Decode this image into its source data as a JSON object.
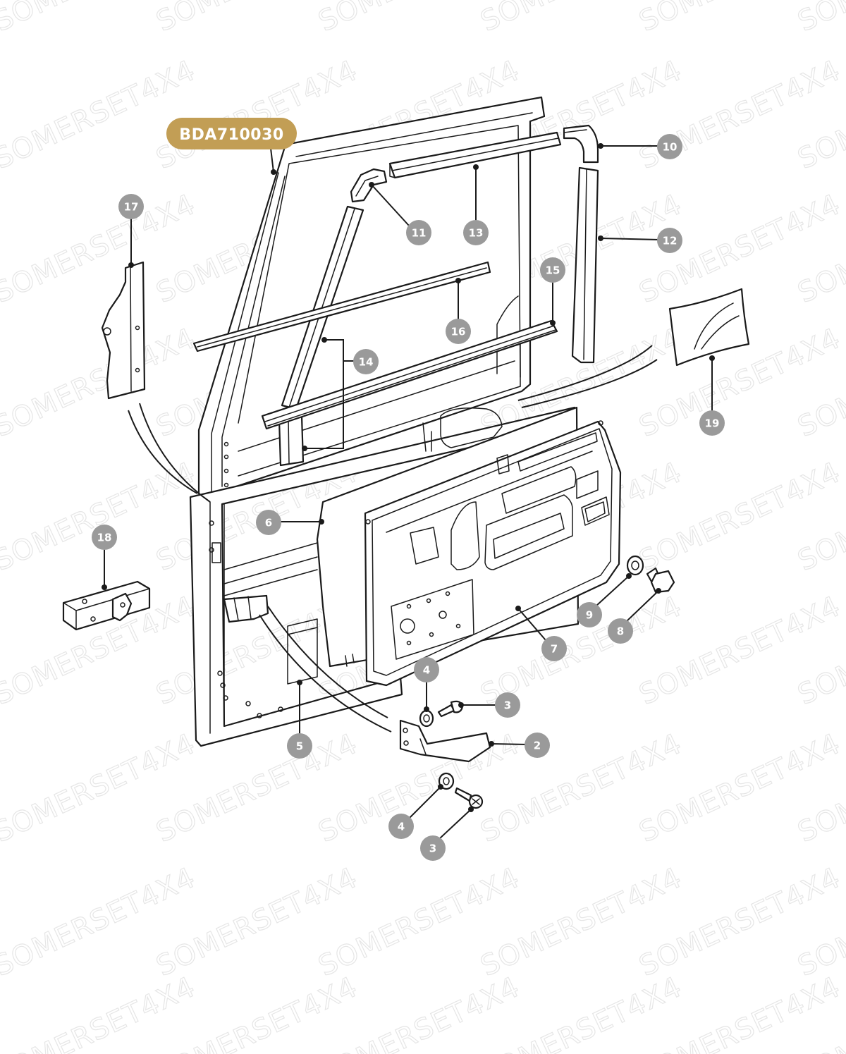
{
  "watermark": "SOMERSET4X4",
  "part_number": "BDA710030",
  "colors": {
    "badge": "#c29e55",
    "callout": "#9a9a9a",
    "line": "#1a1a1a",
    "watermark": "#e6e6e6"
  },
  "callouts": {
    "c17": "17",
    "c11": "11",
    "c13": "13",
    "c10": "10",
    "c12": "12",
    "c15": "15",
    "c16": "16",
    "c14": "14",
    "c19": "19",
    "c6": "6",
    "c18": "18",
    "c9": "9",
    "c8": "8",
    "c7": "7",
    "c4a": "4",
    "c3a": "3",
    "c2": "2",
    "c5": "5",
    "c4b": "4",
    "c3b": "3"
  }
}
